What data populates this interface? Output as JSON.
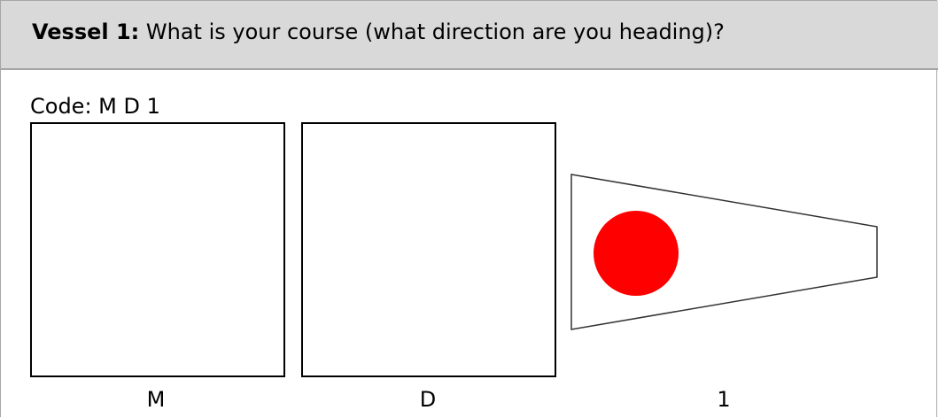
{
  "question": {
    "vessel_label": "Vessel 1:",
    "text": " What is your course (what direction are you heading)?"
  },
  "code": {
    "label": "Code: M D 1"
  },
  "flags": [
    {
      "label": "M",
      "icon": "square-flag-icon"
    },
    {
      "label": "D",
      "icon": "square-flag-icon"
    },
    {
      "label": "1",
      "icon": "pennant-flag-icon",
      "disc_color": "#ff0000"
    }
  ],
  "colors": {
    "header_bg": "#d9d9d9",
    "border": "#a6a6a6",
    "disc": "#ff0000"
  }
}
